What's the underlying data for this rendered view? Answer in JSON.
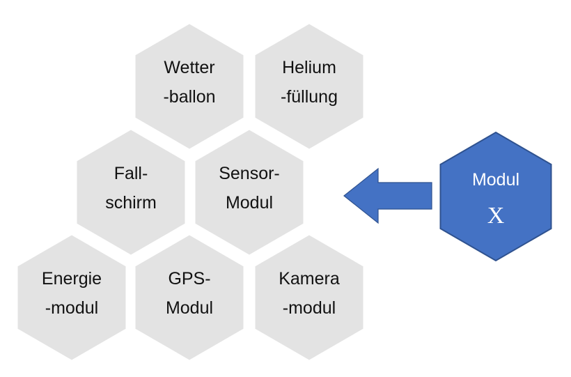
{
  "colors": {
    "hex_fill": "#e3e3e3",
    "hex_text": "#111111",
    "accent_fill": "#4472c4",
    "accent_stroke": "#2f528f",
    "accent_text": "#ffffff",
    "background": "#ffffff"
  },
  "modules": [
    {
      "id": "wetterballon",
      "line1": "Wetter",
      "line2": "-ballon"
    },
    {
      "id": "heliumfuellung",
      "line1": "Helium",
      "line2": "-füllung"
    },
    {
      "id": "fallschirm",
      "line1": "Fall-",
      "line2": "schirm"
    },
    {
      "id": "sensormodul",
      "line1": "Sensor-",
      "line2": "Modul"
    },
    {
      "id": "energiemodul",
      "line1": "Energie",
      "line2": "-modul"
    },
    {
      "id": "gpsmodul",
      "line1": "GPS-",
      "line2": "Modul"
    },
    {
      "id": "kameramodul",
      "line1": "Kamera",
      "line2": "-modul"
    }
  ],
  "new_module": {
    "line1": "Modul",
    "line2": "X"
  },
  "arrow": {
    "direction": "left",
    "icon": "arrow-left-icon"
  }
}
